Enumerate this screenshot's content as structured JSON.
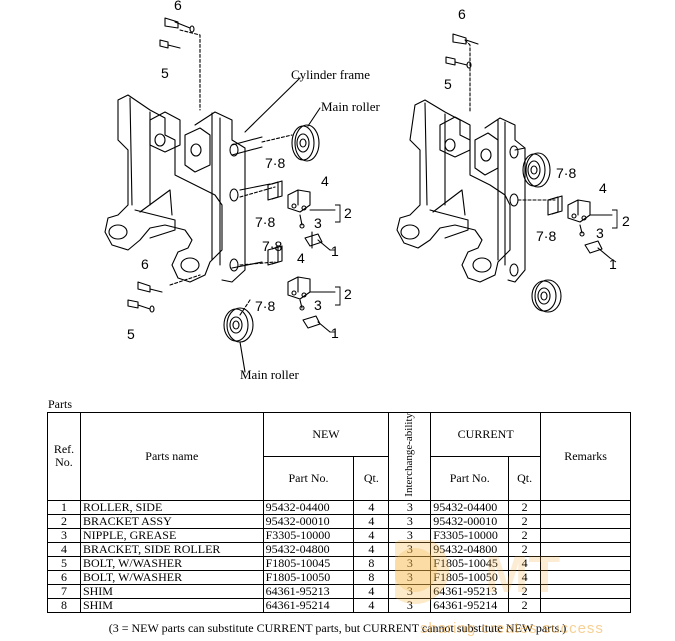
{
  "diagram": {
    "left": {
      "callouts": {
        "c6_top": "6",
        "c5_top": "5",
        "c4_a": "4",
        "c2_a": "2",
        "c3_a": "3",
        "c1_a": "1",
        "c78_a": "7·8",
        "c78_b": "7·8",
        "c78_c": "7·8",
        "c78_d": "7·8",
        "c4_b": "4",
        "c2_b": "2",
        "c3_b": "3",
        "c1_b": "1",
        "c6_bot": "6",
        "c5_bot": "5"
      },
      "labels": {
        "cylinder_frame": "Cylinder frame",
        "main_roller_top": "Main roller",
        "main_roller_bottom": "Main roller"
      }
    },
    "right": {
      "callouts": {
        "c6": "6",
        "c5": "5",
        "c78_a": "7·8",
        "c78_b": "7·8",
        "c4": "4",
        "c2": "2",
        "c3": "3",
        "c1": "1"
      }
    }
  },
  "parts": {
    "caption": "Parts",
    "headers": {
      "ref_no": "Ref. No.",
      "parts_name": "Parts name",
      "new": "NEW",
      "new_part_no": "Part No.",
      "new_qt": "Qt.",
      "interchangeability": "Interchange-ability",
      "current": "CURRENT",
      "current_part_no": "Part No.",
      "current_qt": "Qt.",
      "remarks": "Remarks"
    },
    "rows": [
      {
        "ref": "1",
        "name": "ROLLER, SIDE",
        "new_no": "95432-04400",
        "new_qt": "4",
        "ich": "3",
        "cur_no": "95432-04400",
        "cur_qt": "2",
        "remarks": ""
      },
      {
        "ref": "2",
        "name": "BRACKET ASSY",
        "new_no": "95432-00010",
        "new_qt": "4",
        "ich": "3",
        "cur_no": "95432-00010",
        "cur_qt": "2",
        "remarks": ""
      },
      {
        "ref": "3",
        "name": "NIPPLE, GREASE",
        "new_no": "F3305-10000",
        "new_qt": "4",
        "ich": "3",
        "cur_no": "F3305-10000",
        "cur_qt": "2",
        "remarks": ""
      },
      {
        "ref": "4",
        "name": "BRACKET, SIDE ROLLER",
        "new_no": "95432-04800",
        "new_qt": "4",
        "ich": "3",
        "cur_no": "95432-04800",
        "cur_qt": "2",
        "remarks": ""
      },
      {
        "ref": "5",
        "name": "BOLT, W/WASHER",
        "new_no": "F1805-10045",
        "new_qt": "8",
        "ich": "3",
        "cur_no": "F1805-10045",
        "cur_qt": "4",
        "remarks": ""
      },
      {
        "ref": "6",
        "name": "BOLT, W/WASHER",
        "new_no": "F1805-10050",
        "new_qt": "8",
        "ich": "3",
        "cur_no": "F1805-10050",
        "cur_qt": "4",
        "remarks": ""
      },
      {
        "ref": "7",
        "name": "SHIM",
        "new_no": "64361-95213",
        "new_qt": "4",
        "ich": "3",
        "cur_no": "64361-95213",
        "cur_qt": "2",
        "remarks": ""
      },
      {
        "ref": "8",
        "name": "SHIM",
        "new_no": "64361-95214",
        "new_qt": "4",
        "ich": "3",
        "cur_no": "64361-95214",
        "cur_qt": "2",
        "remarks": ""
      }
    ],
    "footnote": "(3 = NEW parts can substitute CURRENT parts, but CURRENT cannot substitute NEW parts.)"
  },
  "watermark": {
    "text": "sharing creates success",
    "color": "#f0a030"
  }
}
